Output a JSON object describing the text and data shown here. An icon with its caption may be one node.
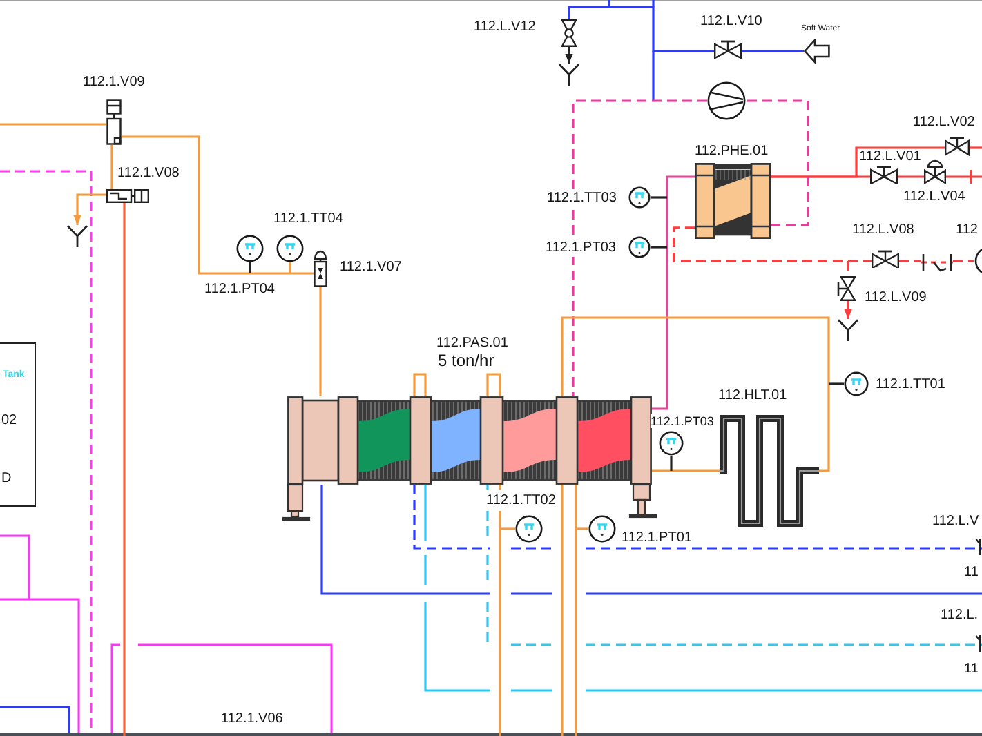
{
  "diagram": {
    "nodes": [
      {
        "text": [],
        "shape": "valve",
        "beside": [
          "112.L.V12"
        ]
      },
      {
        "text": [],
        "shape": "valve",
        "beside": [
          "112.L.V10"
        ]
      },
      {
        "text": [],
        "shape": "arrow",
        "beside": [
          "Soft Water"
        ]
      },
      {
        "text": [],
        "shape": "funnel"
      },
      {
        "text": [],
        "shape": "valve",
        "beside": [
          "112.1.V09"
        ]
      },
      {
        "text": [],
        "shape": "circle"
      },
      {
        "text": [],
        "shape": "valve",
        "beside": [
          "112.L.V02"
        ]
      },
      {
        "text": [],
        "shape": "picture",
        "beside": [
          "112.PHE.01"
        ]
      },
      {
        "text": [],
        "shape": "valve",
        "beside": [
          "112.L.V01"
        ]
      },
      {
        "text": [],
        "shape": "valve",
        "beside": [
          "112.1.V08"
        ]
      },
      {
        "text": [],
        "shape": "circle",
        "beside": [
          "112.1.TT03"
        ]
      },
      {
        "text": [],
        "shape": "valve",
        "beside": [
          "112.L.V04"
        ]
      },
      {
        "text": [],
        "shape": "funnel"
      },
      {
        "text": [],
        "shape": "circle",
        "beside": [
          "112.1.TT04"
        ]
      },
      {
        "text": [],
        "shape": "circle",
        "beside": [
          "112.1.PT04"
        ]
      },
      {
        "text": [],
        "shape": "valve",
        "beside": [
          "112.1.V07"
        ]
      },
      {
        "text": [],
        "shape": "valve",
        "beside": [
          "112.L.V08"
        ]
      },
      {
        "text": [],
        "shape": "circle",
        "beside": [
          "112.1.PT03"
        ]
      },
      {
        "text": [],
        "shape": "valve",
        "beside": [
          "112.L.V09"
        ]
      },
      {
        "text": [],
        "shape": "funnel"
      },
      {
        "text": [
          "Tank",
          "02",
          "D"
        ]
      },
      {
        "text": [],
        "shape": "picture",
        "beside": [
          "112.PAS.01",
          "5 ton/hr"
        ]
      },
      {
        "text": [],
        "shape": "picture",
        "beside": [
          "112.HLT.01"
        ]
      },
      {
        "text": [],
        "shape": "circle",
        "beside": [
          "112.1.TT01"
        ]
      },
      {
        "text": [],
        "shape": "circle",
        "beside": [
          "112.1.PT03"
        ]
      },
      {
        "text": [],
        "shape": "circle",
        "beside": [
          "112.1.TT02"
        ]
      },
      {
        "text": [],
        "shape": "circle",
        "beside": [
          "112.1.PT01"
        ]
      },
      {
        "text": [],
        "shape": "strainer"
      },
      {
        "text": [],
        "shape": "circle"
      }
    ],
    "edges": [
      {
        "from": 2,
        "to": 1,
        "arrow": "none",
        "color": "#2b3bff"
      },
      {
        "from": 1,
        "to": 0,
        "arrow": "none",
        "color": "#2b3bff"
      },
      {
        "from": 0,
        "to": 3,
        "arrow": "to",
        "color": "#222222"
      },
      {
        "from": null,
        "to": 4,
        "arrow": "none"
      },
      {
        "from": 4,
        "to": 9,
        "arrow": "none"
      },
      {
        "from": 9,
        "to": 12,
        "arrow": "to"
      },
      {
        "from": 9,
        "to": null,
        "arrow": "none",
        "color": "#f4623a"
      },
      {
        "from": 4,
        "to": 15,
        "arrow": "none"
      },
      {
        "from": 14,
        "to": null,
        "arrow": "none",
        "color": "#222222"
      },
      {
        "from": 13,
        "to": null,
        "arrow": "none"
      },
      {
        "from": 15,
        "to": 21,
        "arrow": "none"
      },
      {
        "from": 7,
        "to": 21,
        "arrow": "none",
        "color": "#e8449a"
      },
      {
        "from": 10,
        "to": null,
        "arrow": "none",
        "color": "#222222"
      },
      {
        "from": 17,
        "to": null,
        "arrow": "none",
        "color": "#222222"
      },
      {
        "from": 7,
        "to": 8,
        "arrow": "none",
        "color": "#ff3b3b"
      },
      {
        "from": 8,
        "to": 11,
        "arrow": "none",
        "color": "#ff3b3b"
      },
      {
        "from": 11,
        "to": null,
        "arrow": "none",
        "color": "#ff3b3b"
      },
      {
        "from": 7,
        "to": 6,
        "arrow": "none",
        "color": "#ff3b3b"
      },
      {
        "from": 6,
        "to": null,
        "arrow": "none",
        "color": "#ff3b3b"
      },
      {
        "from": 7,
        "to": 16,
        "arrow": "none",
        "style": "dashed",
        "color": "#ff3b3b"
      },
      {
        "from": 7,
        "to": 18,
        "arrow": "none",
        "style": "dashed",
        "color": "#ff3b3b"
      },
      {
        "from": 18,
        "to": 19,
        "arrow": "to",
        "color": "#ff3b3b"
      },
      {
        "from": 16,
        "to": 27,
        "arrow": "none",
        "style": "dashed",
        "color": "#ff3b3b"
      },
      {
        "from": 7,
        "to": 5,
        "arrow": "none",
        "style": "dashed",
        "color": "#f0389f"
      },
      {
        "from": 5,
        "to": 21,
        "arrow": "none",
        "style": "dashed",
        "color": "#f0389f"
      },
      {
        "from": 22,
        "to": 21,
        "arrow": "none"
      },
      {
        "from": 23,
        "to": null,
        "arrow": "none",
        "color": "#222222"
      },
      {
        "from": 21,
        "to": 22,
        "arrow": "none"
      },
      {
        "from": 24,
        "to": null,
        "arrow": "none",
        "color": "#222222"
      },
      {
        "from": 21,
        "to": null,
        "arrow": "none"
      },
      {
        "from": 25,
        "to": null,
        "arrow": "none"
      },
      {
        "from": 21,
        "to": null,
        "arrow": "none"
      },
      {
        "from": 21,
        "to": null,
        "arrow": "none"
      },
      {
        "from": 26,
        "to": null,
        "arrow": "none"
      },
      {
        "from": 21,
        "to": null,
        "arrow": "none",
        "color": "#2b3bff"
      },
      {
        "from": 21,
        "to": null,
        "arrow": "none",
        "style": "dashed",
        "color": "#2b3bff"
      },
      {
        "from": 21,
        "to": null,
        "arrow": "none",
        "color": "#33c6f2"
      },
      {
        "from": 21,
        "to": null,
        "arrow": "none",
        "style": "dashed",
        "color": "#33c6f2"
      },
      {
        "from": 27,
        "to": 28,
        "arrow": "none",
        "style": "dashed",
        "color": "#ff3b3b"
      }
    ],
    "labels": [
      "112",
      "112.L.V",
      "11",
      "112.L.",
      "11",
      "112.1.V06"
    ]
  }
}
